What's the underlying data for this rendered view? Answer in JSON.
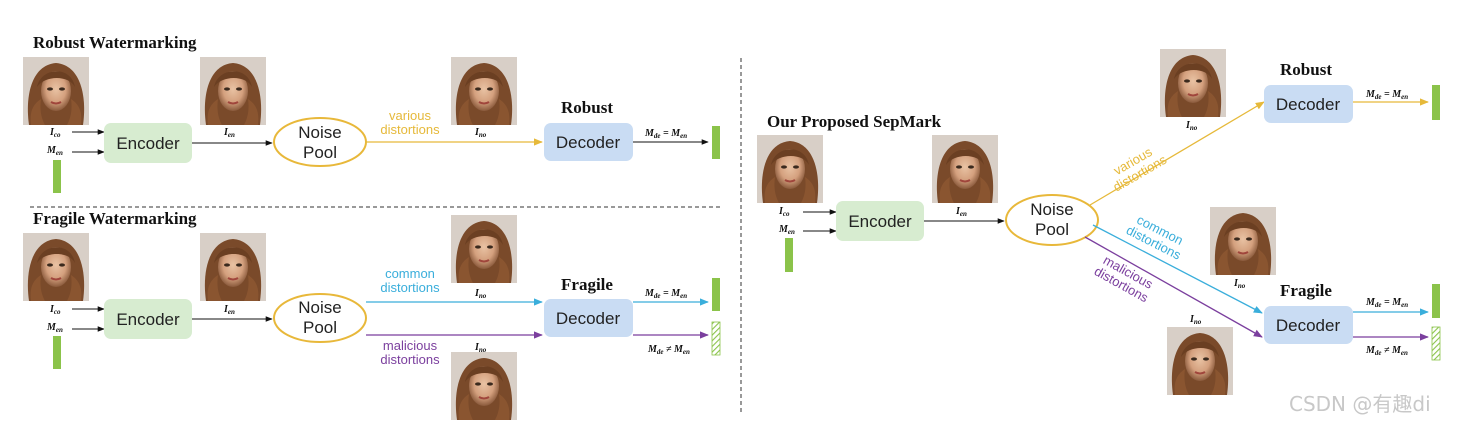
{
  "colors": {
    "encoder_fill": "#d7ecd0",
    "decoder_fill": "#c9dcf3",
    "noise_fill": "#ffffff",
    "noise_stroke": "#e8b83a",
    "yellow": "#e6b93a",
    "blue": "#3aaedb",
    "purple": "#7b3f9e",
    "green_bar": "#8bc34a"
  },
  "left_top": {
    "title": "Robust Watermarking",
    "encoder": "Encoder",
    "noise_line1": "Noise",
    "noise_line2": "Pool",
    "distort_line1": "various",
    "distort_line2": "distortions",
    "decoder_title": "Robust",
    "decoder": "Decoder",
    "i_co": "I",
    "i_co_sub": "co",
    "m_en": "M",
    "m_en_sub": "en",
    "i_en": "I",
    "i_en_sub": "en",
    "i_no": "I",
    "i_no_sub": "no",
    "result_eq": "M",
    "result_eq_sub1": "de",
    "result_eq_mid": " = M",
    "result_eq_sub2": "en"
  },
  "left_bottom": {
    "title": "Fragile Watermarking",
    "encoder": "Encoder",
    "noise_line1": "Noise",
    "noise_line2": "Pool",
    "common_line1": "common",
    "common_line2": "distortions",
    "malicious_line1": "malicious",
    "malicious_line2": "distortions",
    "decoder_title": "Fragile",
    "decoder": "Decoder",
    "i_co": "I",
    "i_co_sub": "co",
    "m_en": "M",
    "m_en_sub": "en",
    "i_en": "I",
    "i_en_sub": "en",
    "i_no_top": "I",
    "i_no_top_sub": "no",
    "i_no_bot": "I",
    "i_no_bot_sub": "no",
    "result_eq": "M",
    "result_eq_sub1": "de",
    "result_eq_mid": " = M",
    "result_eq_sub2": "en",
    "result_neq": "M",
    "result_neq_sub1": "de",
    "result_neq_mid": " ≠ M",
    "result_neq_sub2": "en"
  },
  "right": {
    "title": "Our Proposed SepMark",
    "encoder": "Encoder",
    "noise_line1": "Noise",
    "noise_line2": "Pool",
    "various_line1": "various",
    "various_line2": "distortions",
    "common_line1": "common",
    "common_line2": "distortions",
    "malicious_line1": "malicious",
    "malicious_line2": "distortions",
    "robust_title": "Robust",
    "fragile_title": "Fragile",
    "decoder": "Decoder",
    "i_co": "I",
    "i_co_sub": "co",
    "m_en": "M",
    "m_en_sub": "en",
    "i_en": "I",
    "i_en_sub": "en",
    "i_no_a": "I",
    "i_no_a_sub": "no",
    "i_no_b": "I",
    "i_no_b_sub": "no",
    "i_no_c": "I",
    "i_no_c_sub": "no",
    "robust_eq": "M",
    "robust_eq_sub1": "de",
    "robust_eq_mid": " = M",
    "robust_eq_sub2": "en",
    "fragile_eq": "M",
    "fragile_eq_sub1": "de",
    "fragile_eq_mid": " = M",
    "fragile_eq_sub2": "en",
    "fragile_neq": "M",
    "fragile_neq_sub1": "de",
    "fragile_neq_mid": " ≠ M",
    "fragile_neq_sub2": "en"
  },
  "watermark": "CSDN @有趣di"
}
